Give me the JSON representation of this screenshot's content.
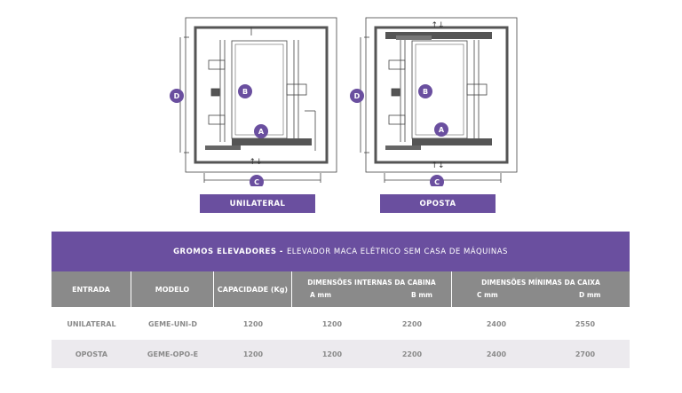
{
  "diagrams": {
    "unilateral": {
      "caption": "UNILATERAL",
      "markers": {
        "a": "A",
        "b": "B",
        "c": "C",
        "d": "D"
      },
      "arrow_glyph": "↑↓"
    },
    "oposta": {
      "caption": "OPOSTA",
      "markers": {
        "a": "A",
        "b": "B",
        "c": "C",
        "d": "D"
      },
      "arrow_glyph": "↑↓"
    }
  },
  "table": {
    "brand": "GROMOS ELEVADORES -",
    "subtitle": "ELEVADOR MACA ELÉTRICO SEM CASA DE MÁQUINAS",
    "headers": {
      "entrada": "ENTRADA",
      "modelo": "MODELO",
      "capacidade": "CAPACIDADE (Kg)",
      "cabina": "DIMENSÕES INTERNAS DA CABINA",
      "cabina_a": "A mm",
      "cabina_b": "B mm",
      "caixa": "DIMENSÕES MÍNIMAS DA CAIXA",
      "caixa_c": "C mm",
      "caixa_d": "D mm"
    },
    "rows": [
      {
        "entrada": "UNILATERAL",
        "modelo": "GEME-UNI-D",
        "capacidade": "1200",
        "a": "1200",
        "b": "2200",
        "c": "2400",
        "d": "2550"
      },
      {
        "entrada": "OPOSTA",
        "modelo": "GEME-OPO-E",
        "capacidade": "1200",
        "a": "1200",
        "b": "2200",
        "c": "2400",
        "d": "2700"
      }
    ]
  },
  "colors": {
    "accent": "#6a4f9f",
    "header_gray": "#8a8a8a",
    "row_shade": "#eceaee"
  }
}
